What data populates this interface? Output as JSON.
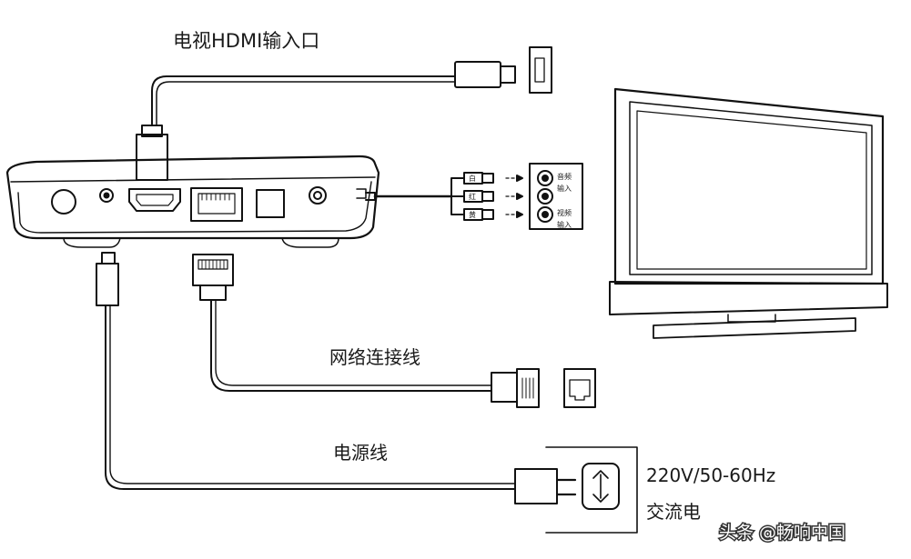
{
  "labels": {
    "hdmi": "电视HDMI输入口",
    "network": "网络连接线",
    "power": "电源线",
    "voltage": "220V/50-60Hz",
    "ac": "交流电",
    "audio_in": "音频输入",
    "video_in": "视频输入",
    "audio_in_line1": "音频",
    "audio_in_line2": "输入",
    "video_in_line1": "视频",
    "video_in_line2": "输入"
  },
  "rca_plugs": [
    "白",
    "红",
    "黄"
  ],
  "watermark": "头条 @畅响中国"
}
